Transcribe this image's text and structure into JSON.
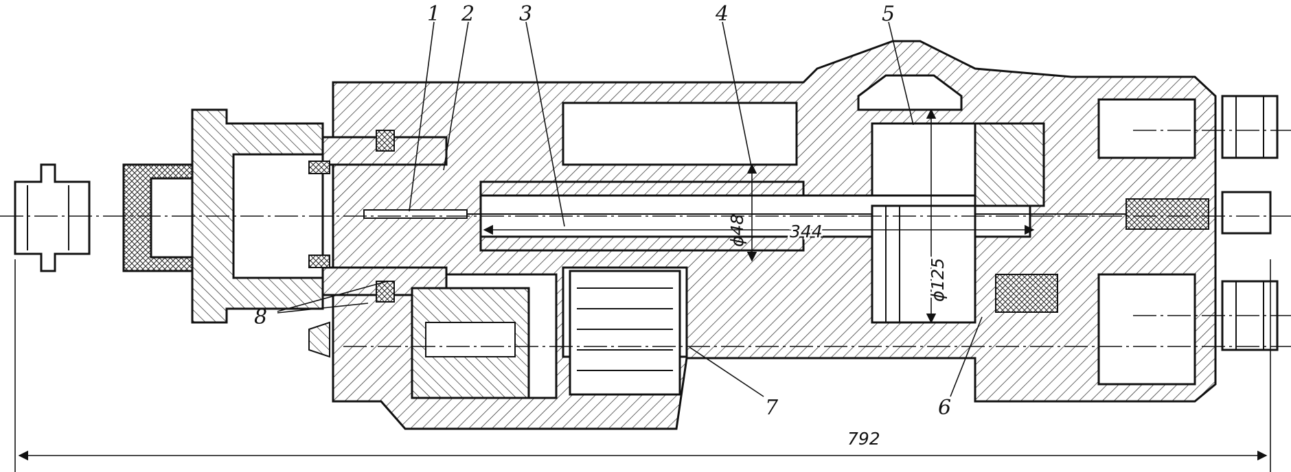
{
  "callouts": [
    "1",
    "2",
    "3",
    "4",
    "5",
    "6",
    "7",
    "8"
  ],
  "dimensions": {
    "overall_length": "792",
    "inner_length": "344",
    "spindle_diameter": "ϕ48",
    "cylinder_diameter": "ϕ125"
  }
}
